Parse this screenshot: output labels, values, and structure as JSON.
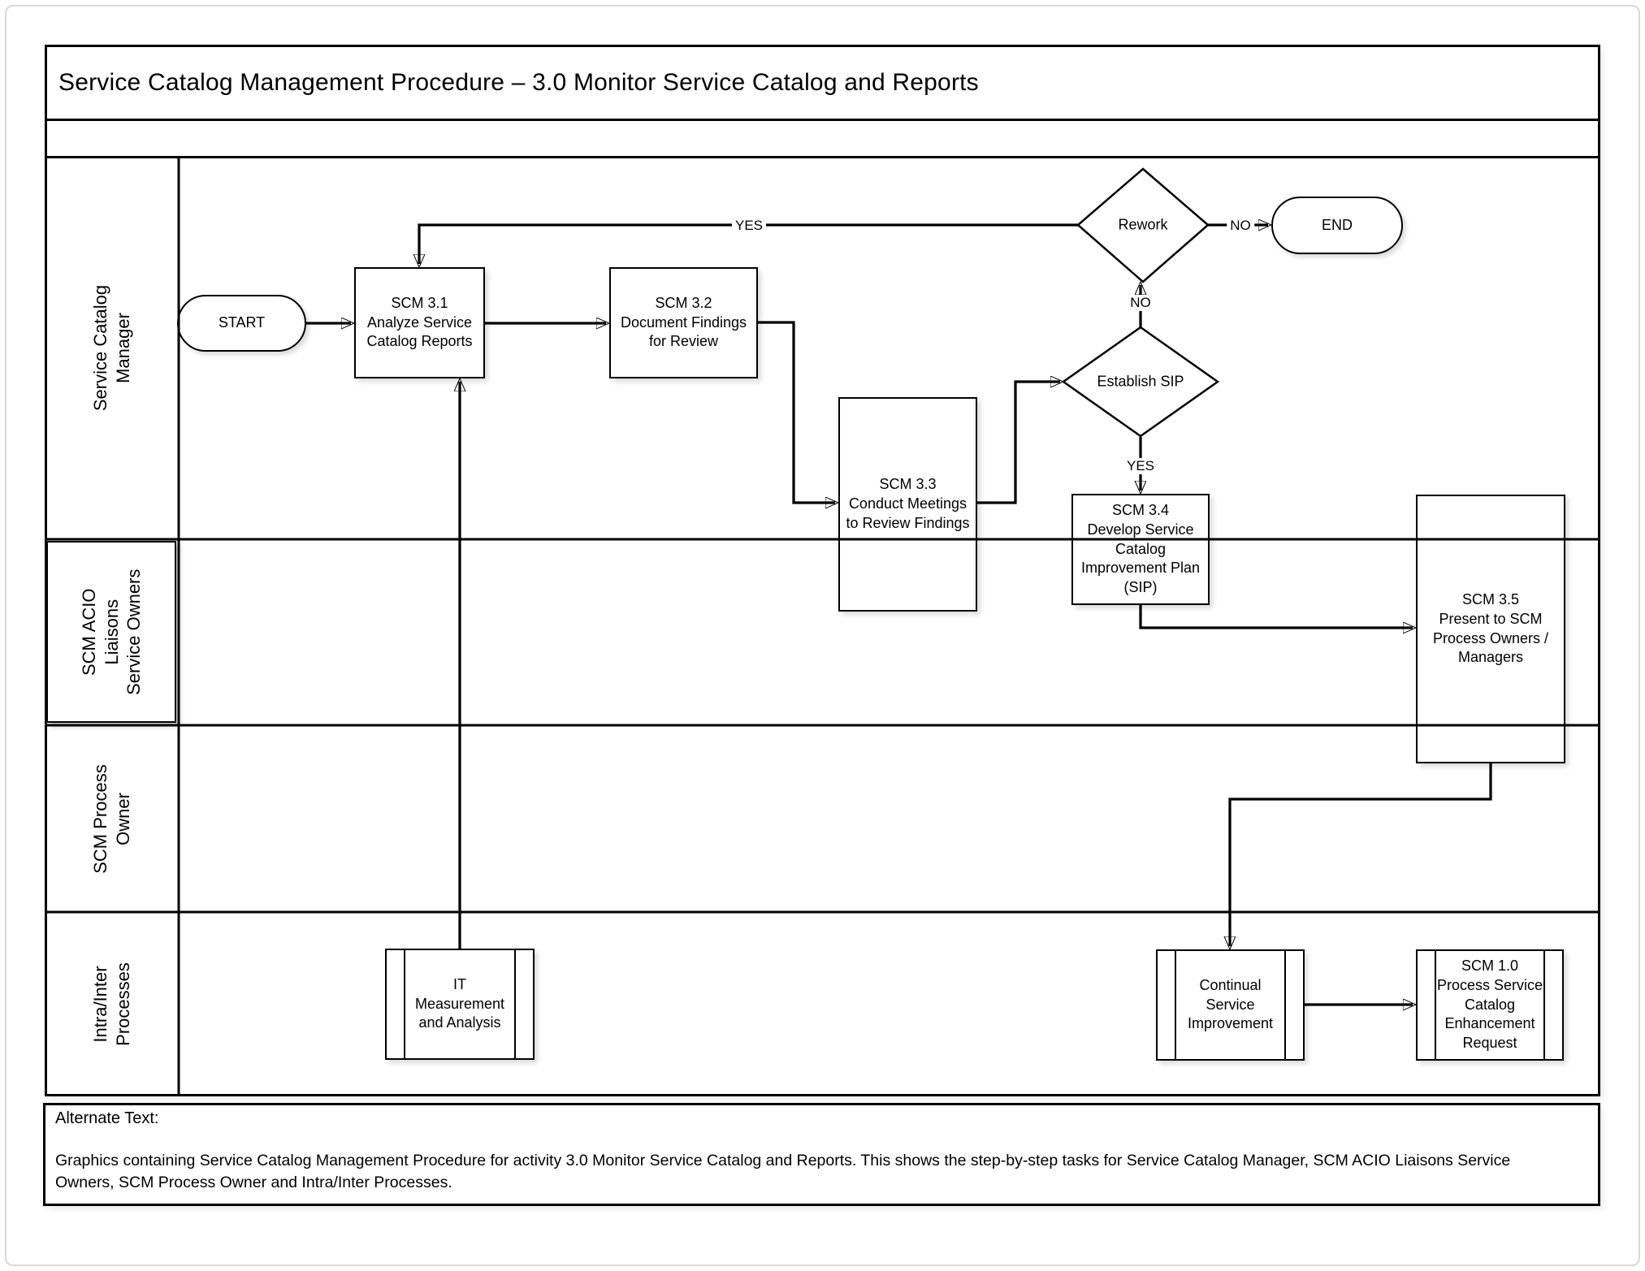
{
  "title": "Service Catalog Management Procedure – 3.0 Monitor Service Catalog and Reports",
  "lanes": [
    {
      "label": "Service Catalog Manager"
    },
    {
      "label": "SCM ACIO\nLiaisons\nService Owners"
    },
    {
      "label": "SCM Process\nOwner"
    },
    {
      "label": "Intra/Inter\nProcesses"
    }
  ],
  "nodes": {
    "start": "START",
    "scm31": "SCM 3.1\nAnalyze Service\nCatalog Reports",
    "scm32": "SCM 3.2\nDocument Findings\nfor Review",
    "scm33": "SCM 3.3\nConduct Meetings\nto Review Findings",
    "rework": "Rework",
    "end": "END",
    "establish_sip": "Establish SIP",
    "scm34": "SCM 3.4\nDevelop Service\nCatalog\nImprovement Plan\n(SIP)",
    "scm35": "SCM 3.5\nPresent to SCM\nProcess Owners /\nManagers",
    "it_measurement": "IT\nMeasurement\nand Analysis",
    "continual_service_improvement": "Continual\nService\nImprovement",
    "scm10": "SCM 1.0\nProcess Service\nCatalog\nEnhancement\nRequest"
  },
  "edge_labels": {
    "rework_return": "YES",
    "rework_to_end": "NO",
    "establish_to_rework": "NO",
    "establish_to_scm34": "YES"
  },
  "alt_text": {
    "heading": "Alternate Text:",
    "body": "Graphics containing Service Catalog Management Procedure for activity 3.0 Monitor Service Catalog and Reports. This shows the step-by-step tasks for Service Catalog Manager, SCM ACIO Liaisons Service Owners, SCM Process Owner and Intra/Inter Processes."
  },
  "colors": {
    "line": "#000000",
    "fill": "#ffffff",
    "page_border": "#d8d8d8"
  }
}
